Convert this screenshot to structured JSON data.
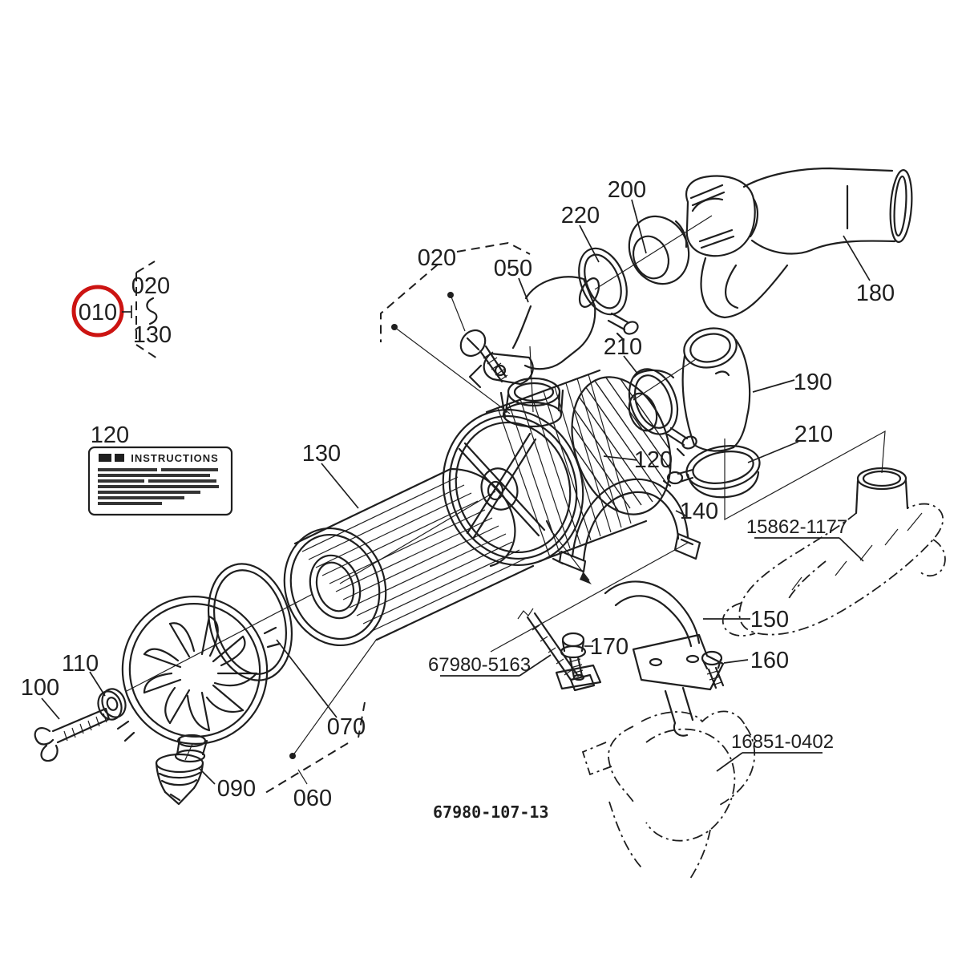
{
  "diagram_type": "exploded-parts-diagram",
  "colors": {
    "line": "#1f1f1f",
    "highlight_red": "#cc1412",
    "background": "#ffffff"
  },
  "drawing_number": "67980-107-13",
  "highlight": {
    "ref": "010",
    "range_from": "020",
    "range_to": "130"
  },
  "callouts": {
    "c010": "010",
    "range_from": "020",
    "range_to": "130",
    "c020": "020",
    "c050": "050",
    "c060": "060",
    "c070": "070",
    "c090": "090",
    "c100": "100",
    "c110": "110",
    "c120_label": "120",
    "c120_body": "120",
    "c130": "130",
    "c140": "140",
    "c150": "150",
    "c160": "160",
    "c170": "170",
    "c180": "180",
    "c190": "190",
    "c200": "200",
    "c210_upper": "210",
    "c210_lower": "210",
    "c220": "220"
  },
  "part_codes": {
    "intake_manifold": "15862-1177",
    "stay": "67980-5163",
    "housing": "16851-0402"
  },
  "instructions_label": {
    "title": "INSTRUCTIONS"
  }
}
